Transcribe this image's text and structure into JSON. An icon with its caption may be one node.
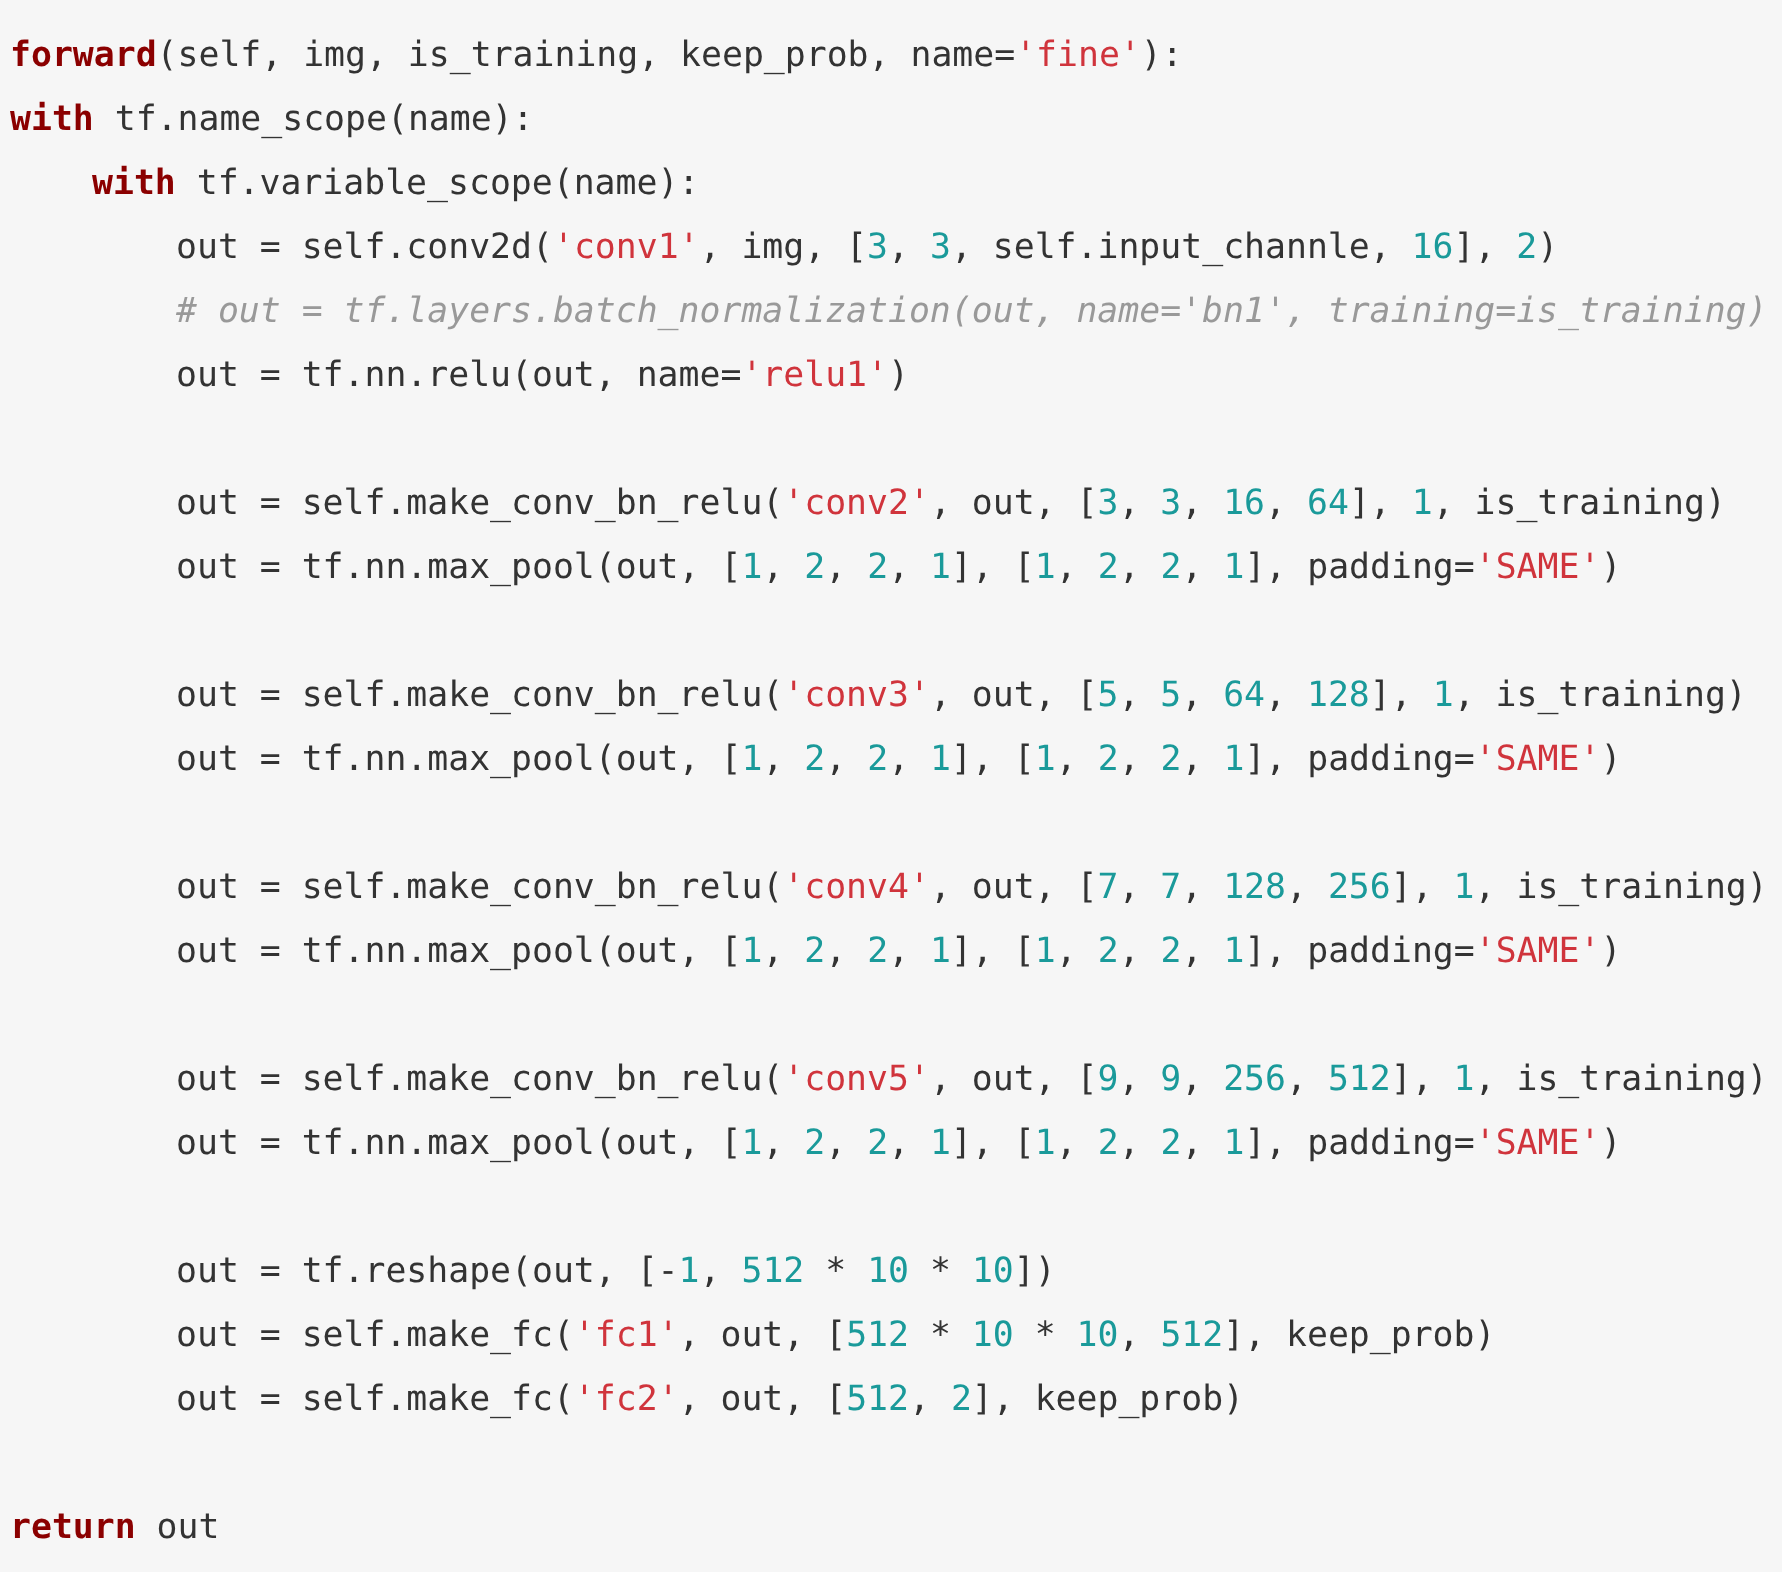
{
  "diagram": {
    "labels": [
      "**forward**(self, img, is_training, keep_prob, name='fine'):",
      "**with** tf.name_scope(name):",
      "**with** tf.variable_scope(name):",
      "out = self.conv2d('conv1', img, [3, 3, self.input_channle, 16], 2)",
      "# out = tf.layers.batch_normalization(out, name='bn1', training=is_training)",
      "out = tf.nn.relu(out, name='relu1')",
      "out = self.make_conv_bn_relu('conv2', out, [3, 3, 16, 64], 1, is_training)",
      "out = tf.nn.max_pool(out, [1, 2, 2, 1], [1, 2, 2, 1], padding='SAME')",
      "out = self.make_conv_bn_relu('conv3', out, [5, 5, 64, 128], 1, is_training)",
      "out = tf.nn.max_pool(out, [1, 2, 2, 1], [1, 2, 2, 1], padding='SAME')",
      "out = self.make_conv_bn_relu('conv4', out, [7, 7, 128, 256], 1, is_training)",
      "out = tf.nn.max_pool(out, [1, 2, 2, 1], [1, 2, 2, 1], padding='SAME')",
      "out = self.make_conv_bn_relu('conv5', out, [9, 9, 256, 512], 1, is_training)",
      "out = tf.nn.max_pool(out, [1, 2, 2, 1], [1, 2, 2, 1], padding='SAME')",
      "out = tf.reshape(out, [-1, 512 * 10 * 10])",
      "out = self.make_fc('fc1', out, [512 * 10 * 10, 512], keep_prob)",
      "out = self.make_fc('fc2', out, [512, 2], keep_prob)",
      "**return** out"
    ]
  }
}
